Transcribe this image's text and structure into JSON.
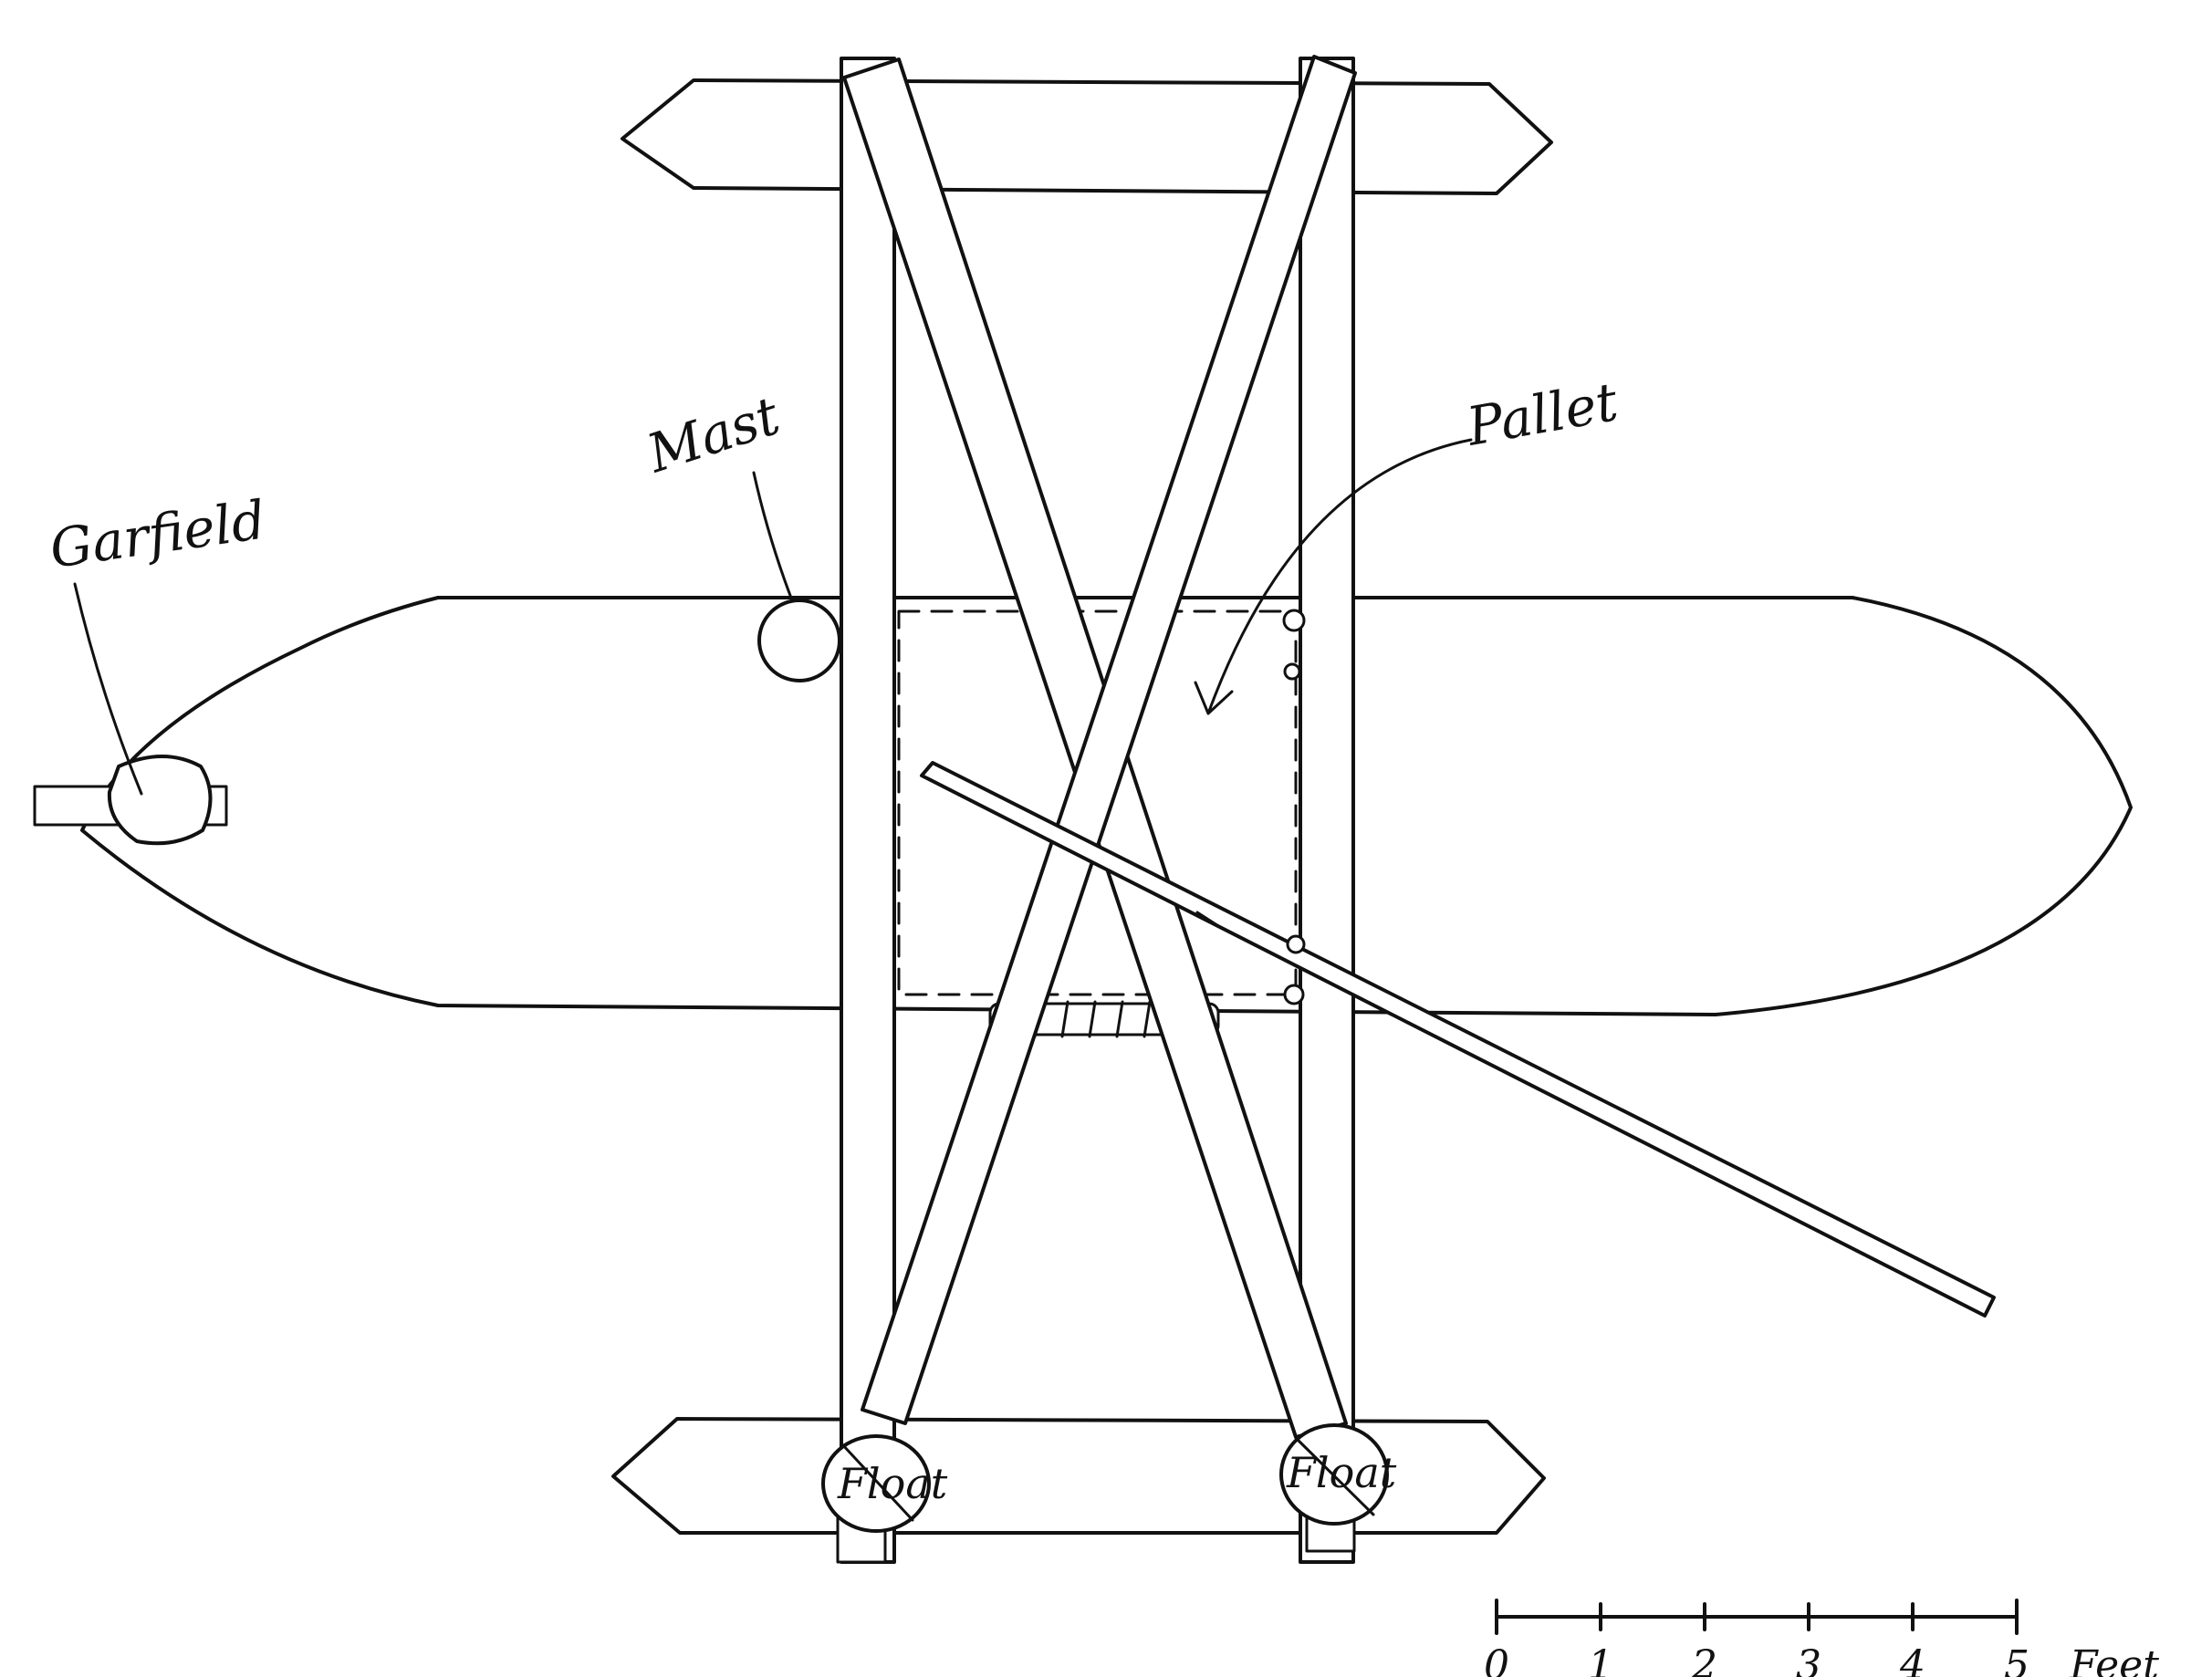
{
  "labels": {
    "garfield": "Garfield",
    "mast": "Mast",
    "pallet": "Pallet",
    "float_left": "Float",
    "float_right": "Float"
  },
  "scale_bar": {
    "ticks": [
      "0",
      "1",
      "2",
      "3",
      "4",
      "5"
    ],
    "unit": "Feet"
  }
}
